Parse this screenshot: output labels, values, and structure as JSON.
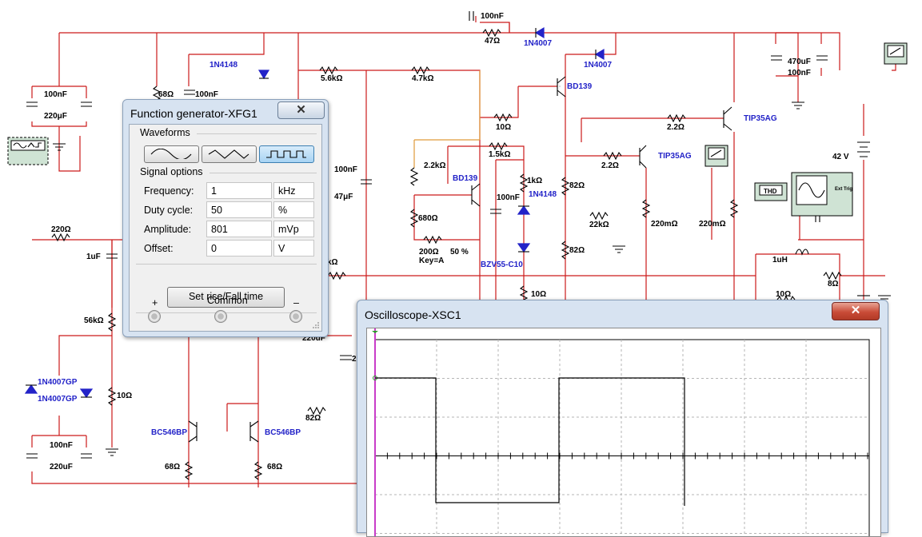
{
  "schematic": {
    "labels": {
      "c_top_100nF": "100nF",
      "r_47": "47Ω",
      "d_1n4007_top": "1N4007",
      "d_1n4007_mid": "1N4007",
      "d_1n4148_left": "1N4148",
      "r_5k6": "5.6kΩ",
      "r_4k7": "4.7kΩ",
      "r_68_left": "68Ω",
      "c_100nF_left": "100nF",
      "c_100nF_psu": "100nF",
      "c_220uF_psu": "220μF",
      "q_bd139_top": "BD139",
      "r_10_a": "10Ω",
      "r_2k2_a": "2.2Ω",
      "q_tip35_a": "TIP35AG",
      "r_1k5": "1.5kΩ",
      "r_2k2_b": "2.2kΩ",
      "q_bd139_mid": "BD139",
      "r_1k": "1kΩ",
      "c_100nF_mid": "100nF",
      "d_1n4148_mid": "1N4148",
      "r_2k2_c": "2.2Ω",
      "q_tip35_b": "TIP35AG",
      "r_82_a": "82Ω",
      "r_22k": "22kΩ",
      "r_220m_a": "220mΩ",
      "r_220m_b": "220mΩ",
      "c_470uF": "470uF",
      "c_100nF_right": "100nF",
      "v_42": "42 V",
      "r_680": "680Ω",
      "pot_200": "200Ω",
      "pot_pct": "50 %",
      "pot_key": "Key=A",
      "d_bzv55": "BZV55-C10",
      "r_82_b": "82Ω",
      "c_100nF_fg": "100nF",
      "c_47uF": "47μF",
      "r_220": "220Ω",
      "c_1uF": "1uF",
      "r_56k": "56kΩ",
      "r_10_left": "10Ω",
      "d_1n4007gp_a": "1N4007GP",
      "d_1n4007gp_b": "1N4007GP",
      "c_100nF_bot": "100nF",
      "c_220uF_bot": "220uF",
      "q_bc546_a": "BC546BP",
      "q_bc546_b": "BC546BP",
      "r_68_a": "68Ω",
      "r_68_b": "68Ω",
      "r_82_c": "82Ω",
      "r_10_mid": "10Ω",
      "l_1uH": "1uH",
      "r_10_right": "10Ω",
      "r_8": "8Ω",
      "c_220uF_partial": "220uF",
      "r_kohm_partial": "kΩ",
      "c_partial_2": "2",
      "thd_label": "THD",
      "ext_trig": "Ext Trig"
    }
  },
  "function_generator": {
    "title": "Function generator-XFG1",
    "close_label": "✕",
    "waveforms_label": "Waveforms",
    "waveforms": [
      "sine",
      "triangle",
      "square"
    ],
    "selected_waveform": "square",
    "signal_options_label": "Signal options",
    "fields": [
      {
        "label": "Frequency:",
        "value": "1",
        "unit": "kHz"
      },
      {
        "label": "Duty cycle:",
        "value": "50",
        "unit": "%"
      },
      {
        "label": "Amplitude:",
        "value": "801",
        "unit": "mVp"
      },
      {
        "label": "Offset:",
        "value": "0",
        "unit": "V"
      }
    ],
    "rise_fall_button": "Set rise/Fall time",
    "terminals": {
      "plus": "+",
      "common": "Common",
      "minus": "–"
    }
  },
  "oscilloscope": {
    "title": "Oscilloscope-XSC1",
    "close_label": "✕",
    "trace_color": "#000000",
    "cursor_color": "#c83cc8",
    "waveform": "square",
    "visible_periods": 1
  },
  "colors": {
    "wire": "#cc1a1a",
    "wire_alt": "#e09a3a",
    "component_label": "#2323c8",
    "window_frame": "#d7e3f1",
    "active_button": "#a7d3f3",
    "close_red": "#c94c38"
  }
}
